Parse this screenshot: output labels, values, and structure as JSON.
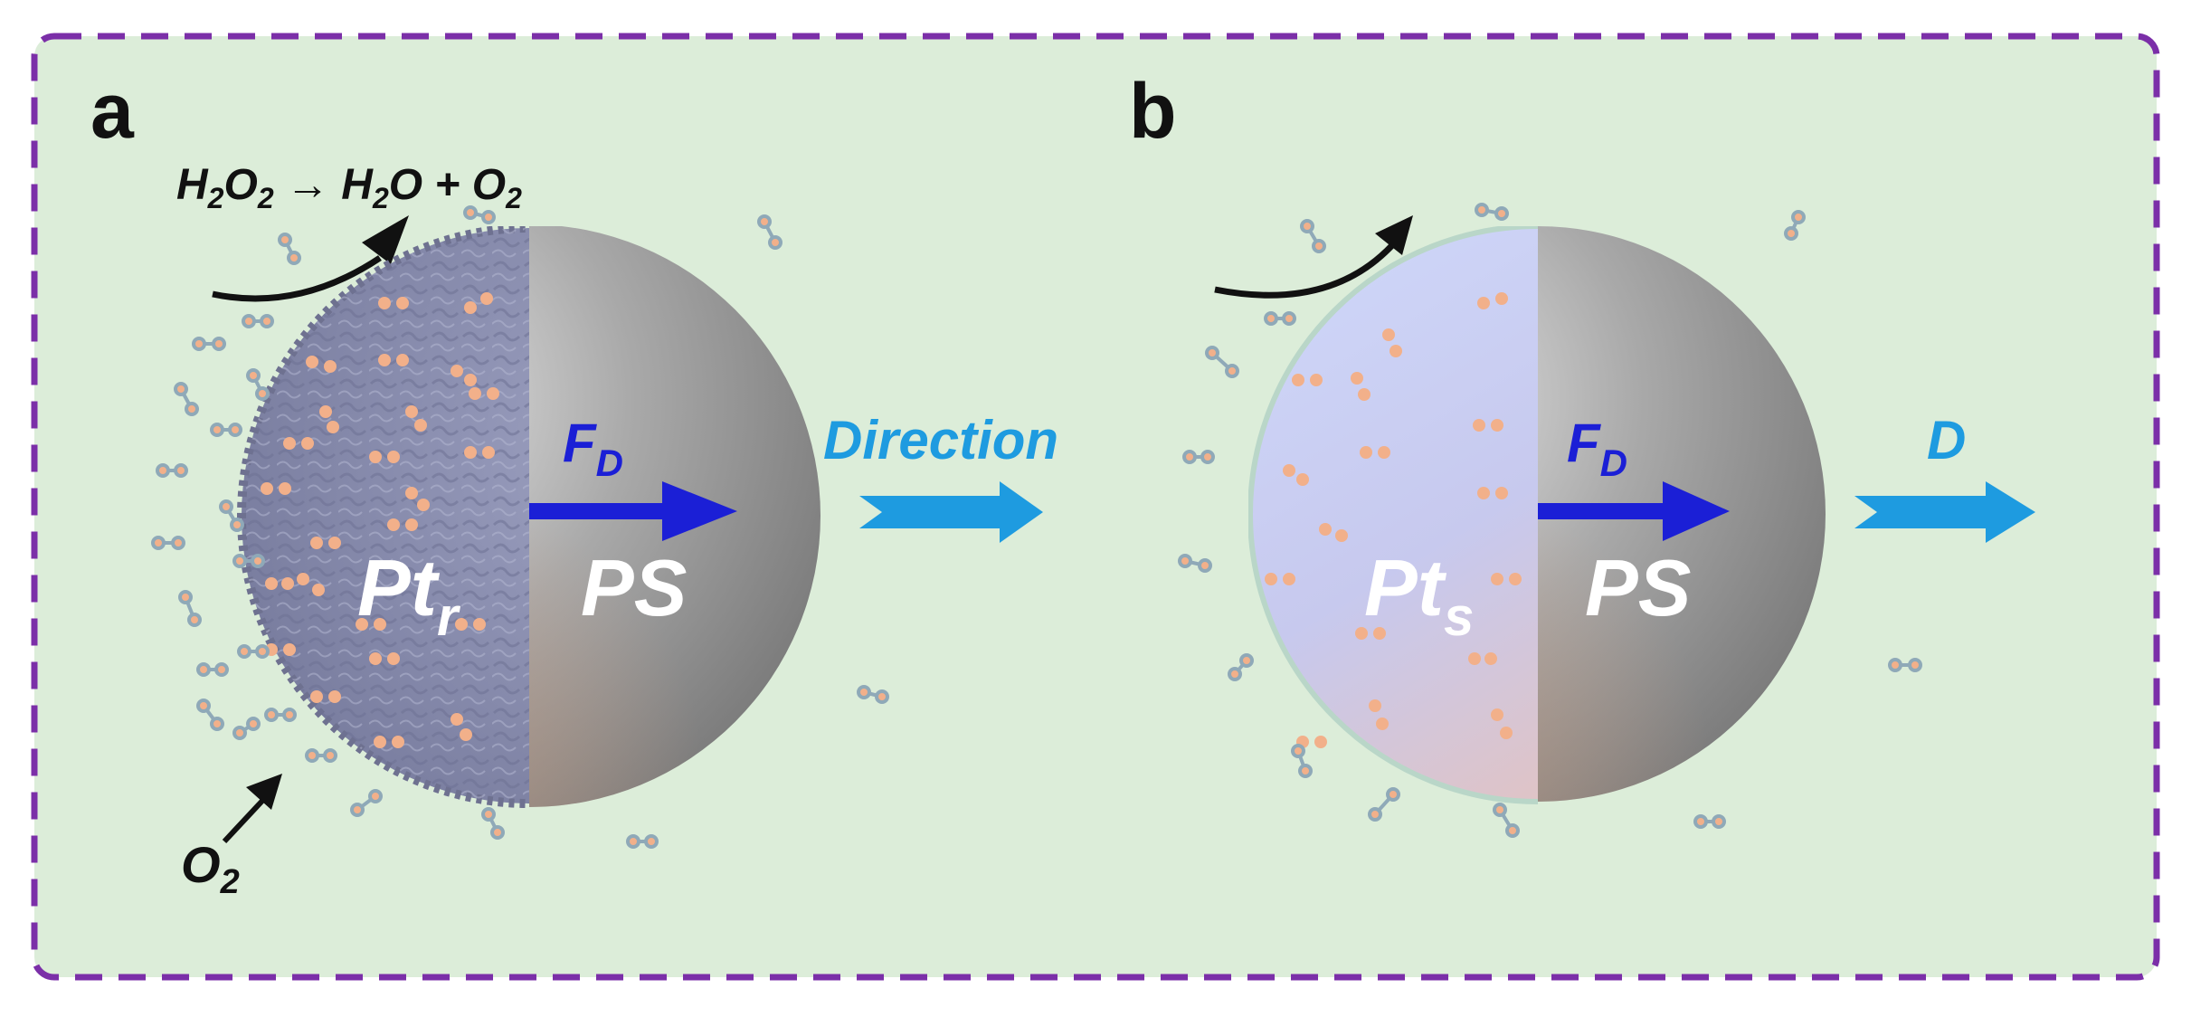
{
  "panels": {
    "a": {
      "letter": "a",
      "reaction_lhs": "H",
      "reaction_lhs_sub1": "2",
      "reaction_lhs_o": "O",
      "reaction_lhs_sub2": "2",
      "reaction_arrow": " → ",
      "reaction_rhs_h": "H",
      "reaction_rhs_sub1": "2",
      "reaction_rhs_o": "O + O",
      "reaction_rhs_sub2": "2",
      "cap_label": "Pt",
      "cap_subscript": "r",
      "body_label": "PS",
      "force_label": "F",
      "force_subscript": "D",
      "direction_label": "Direction",
      "bubble_label": "O",
      "bubble_subscript": "2"
    },
    "b": {
      "letter": "b",
      "cap_label": "Pt",
      "cap_subscript": "s",
      "body_label": "PS",
      "force_label": "F",
      "force_subscript": "D",
      "direction_label": "D"
    }
  },
  "colors": {
    "background": "#dcedd9",
    "border": "#7b2fa8",
    "force_arrow": "#1b1fd6",
    "direction_arrow": "#1e9be0",
    "rough_pt": "#8f93b4",
    "smooth_pt": "#cdd3f2",
    "ps": "#8e8e8e",
    "bubble": "#f2b08a",
    "bond": "#8fa9b8"
  }
}
